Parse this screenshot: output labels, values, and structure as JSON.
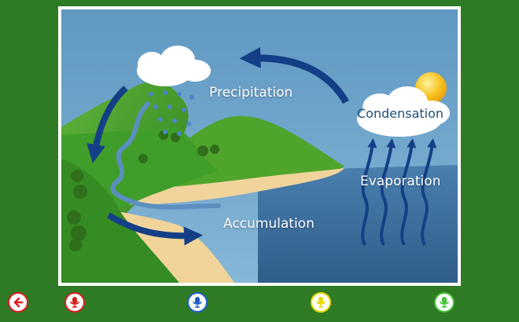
{
  "scene": {
    "labels": {
      "precipitation": "Precipitation",
      "condensation": "Condensation",
      "evaporation": "Evaporation",
      "accumulation": "Accumulation"
    }
  },
  "toolbar": {
    "buttons": [
      {
        "name": "back-button",
        "icon": "arrow-left-icon",
        "color": "#d81e1e"
      },
      {
        "name": "mic-red-button",
        "icon": "microphone-icon",
        "color": "#d81e1e"
      },
      {
        "name": "mic-blue-button",
        "icon": "microphone-icon",
        "color": "#1e5fc8"
      },
      {
        "name": "mic-yellow-button",
        "icon": "microphone-icon",
        "color": "#e8d800"
      },
      {
        "name": "mic-green-button",
        "icon": "microphone-icon",
        "color": "#44c234"
      }
    ]
  },
  "colors": {
    "background": "#2f7a24",
    "sky": "#6fa8d0",
    "sea": "#3f6f9c",
    "arrow": "#143f86",
    "grass": "#3f9e2a",
    "sand": "#f1d49a"
  }
}
